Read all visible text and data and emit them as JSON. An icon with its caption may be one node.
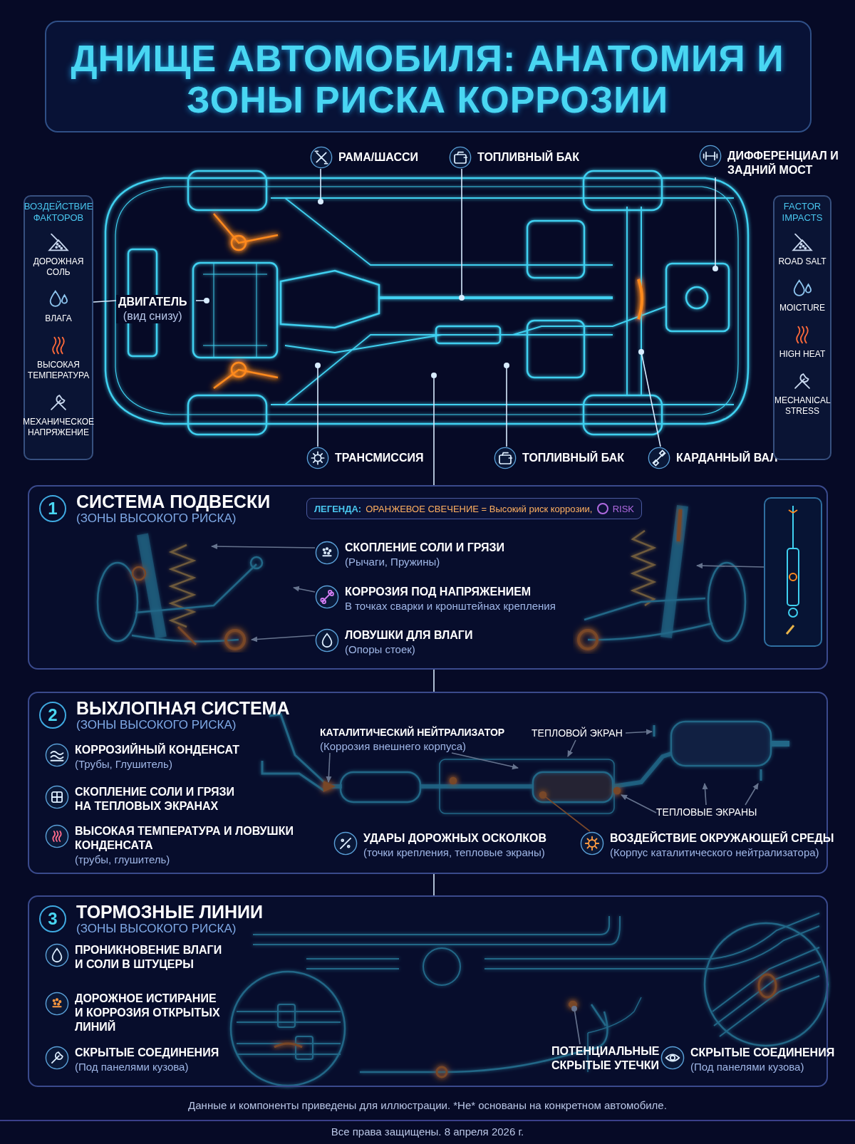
{
  "diagram": {
    "title": "ДНИЩЕ АВТОМОБИЛЯ: АНАТОМИЯ И ЗОНЫ РИСКА КОРРОЗИИ",
    "caption": "Данные и компоненты приведены для иллюстрации. *Не* основаны на конкретном автомобиле.",
    "nodes": [
      {
        "text": [
          "РАМА/ШАССИ"
        ]
      },
      {
        "text": [
          "ТОПЛИВНЫЙ БАК"
        ]
      },
      {
        "text": [
          "ДИФФЕРЕНЦИАЛ И ЗАДНИЙ МОСТ"
        ]
      },
      {
        "text": [
          "ДВИГАТЕЛЬ",
          "(вид снизу)"
        ]
      },
      {
        "text": [
          "ТРАНСМИССИЯ"
        ]
      },
      {
        "text": [
          "ТОПЛИВНЫЙ БАК"
        ]
      },
      {
        "text": [
          "КАРДАННЫЙ ВАЛ"
        ]
      },
      {
        "text": [
          "ВОЗДЕЙСТВИЕ ФАКТОРОВ",
          "ДОРОЖНАЯ СОЛЬ",
          "ВЛАГА",
          "ВЫСОКАЯ ТЕМПЕРАТУРА",
          "МЕХАНИЧЕСКОЕ НАПРЯЖЕНИЕ"
        ]
      },
      {
        "text": [
          "FACTOR IMPACTS",
          "ROAD SALT",
          "MOICTURE",
          "HIGH HEAT",
          "MECHANICAL STRESS"
        ]
      },
      {
        "text": [
          "1",
          "СИСТЕМА ПОДВЕСКИ",
          "(ЗОНЫ ВЫСОКОГО РИСКА)"
        ]
      },
      {
        "text": [
          "СКОПЛЕНИЕ СОЛИ И ГРЯЗИ",
          "(Рычаги, Пружины)"
        ],
        "in": 9
      },
      {
        "text": [
          "КОРРОЗИЯ ПОД НАПРЯЖЕНИЕМ",
          "В точках сварки и кронштейнах крепления"
        ],
        "in": 9
      },
      {
        "text": [
          "ЛОВУШКИ ДЛЯ ВЛАГИ",
          "(Опоры стоек)"
        ],
        "in": 9
      },
      {
        "text": [],
        "shape": "picture",
        "in": 9
      },
      {
        "text": [
          "2",
          "ВЫХЛОПНАЯ СИСТЕМА",
          "(ЗОНЫ ВЫСОКОГО РИСКА)"
        ]
      },
      {
        "text": [
          "КОРРОЗИЙНЫЙ КОНДЕНСАТ",
          "(Трубы, Глушитель)"
        ],
        "in": 14
      },
      {
        "text": [
          "СКОПЛЕНИЕ СОЛИ И ГРЯЗИ НА ТЕПЛОВЫХ ЭКРАНАХ"
        ],
        "in": 14
      },
      {
        "text": [
          "ВЫСОКАЯ ТЕМПЕРАТУРА И ЛОВУШКИ КОНДЕНСАТА",
          "(трубы, глушитель)"
        ],
        "in": 14
      },
      {
        "text": [
          "КАТАЛИТИЧЕСКИЙ НЕЙТРАЛИЗАТОР",
          "(Коррозия внешнего корпуса)"
        ],
        "in": 14
      },
      {
        "text": [
          "ТЕПЛОВОЙ ЭКРАН"
        ],
        "in": 14
      },
      {
        "text": [
          "ТЕПЛОВЫЕ ЭКРАНЫ"
        ],
        "in": 14
      },
      {
        "text": [
          "УДАРЫ ДОРОЖНЫХ ОСКОЛКОВ",
          "(точки крепления, тепловые экраны)"
        ],
        "in": 14
      },
      {
        "text": [
          "ВОЗДЕЙСТВИЕ ОКРУЖАЮЩЕЙ СРЕДЫ",
          "(Корпус каталитического нейтрализатора)"
        ],
        "in": 14
      },
      {
        "text": [
          "3",
          "ТОРМОЗНЫЕ ЛИНИИ",
          "(ЗОНЫ ВЫСОКОГО РИСКА)"
        ]
      },
      {
        "text": [
          "ПРОНИКНОВЕНИЕ ВЛАГИ И СОЛИ В ШТУЦЕРЫ"
        ],
        "in": 23
      },
      {
        "text": [
          "ДОРОЖНОЕ ИСТИРАНИЕ И КОРРОЗИЯ ОТКРЫТЫХ ЛИНИЙ"
        ],
        "in": 23
      },
      {
        "text": [
          "СКРЫТЫЕ СОЕДИНЕНИЯ",
          "(Под панелями кузова)"
        ],
        "in": 23
      },
      {
        "text": [
          "ПОТЕНЦИАЛЬНЫЕ СКРЫТЫЕ УТЕЧКИ"
        ],
        "in": 23
      },
      {
        "text": [
          "СКРЫТЫЕ СОЕДИНЕНИЯ",
          "(Под панелями кузова)"
        ],
        "in": 23
      }
    ],
    "edges": [
      {
        "from": 0,
        "to": null,
        "arrow": "other"
      },
      {
        "from": 1,
        "to": null,
        "arrow": "other"
      },
      {
        "from": 2,
        "to": null,
        "arrow": "other"
      },
      {
        "from": 3,
        "to": null,
        "arrow": "other"
      },
      {
        "from": 7,
        "to": 3,
        "arrow": "none"
      },
      {
        "from": 4,
        "to": null,
        "arrow": "other"
      },
      {
        "from": 5,
        "to": null,
        "arrow": "other"
      },
      {
        "from": 6,
        "to": null,
        "arrow": "other"
      },
      {
        "from": 9,
        "to": null,
        "arrow": "other"
      },
      {
        "from": 9,
        "to": 14,
        "arrow": "none"
      },
      {
        "from": 14,
        "to": 23,
        "arrow": "none"
      },
      {
        "from": 10,
        "to": null,
        "arrow": "to"
      },
      {
        "from": 11,
        "to": null,
        "arrow": "to"
      },
      {
        "from": 12,
        "to": null,
        "arrow": "to"
      },
      {
        "from": 13,
        "to": null,
        "arrow": "to"
      },
      {
        "from": 18,
        "to": null,
        "arrow": "to"
      },
      {
        "from": 18,
        "to": null,
        "arrow": "to"
      },
      {
        "from": 19,
        "to": null,
        "arrow": "to"
      },
      {
        "from": 19,
        "to": null,
        "arrow": "to"
      },
      {
        "from": 20,
        "to": null,
        "arrow": "to"
      },
      {
        "from": 20,
        "to": null,
        "arrow": "to"
      },
      {
        "from": 20,
        "to": null,
        "arrow": "to"
      },
      {
        "from": 22,
        "to": null,
        "arrow": "other",
        "color": "#ff8a1f"
      },
      {
        "from": 27,
        "to": null,
        "arrow": "other"
      }
    ],
    "labels": [
      "ЛЕГЕНДА:",
      "Все права защищены. 8 апреля 2026 г."
    ],
    "legend": [
      {
        "text": "ОРАНЖЕВОЕ СВЕЧЕНИЕ = Высокий риск коррозии,"
      },
      {
        "text": "RISK"
      }
    ]
  }
}
